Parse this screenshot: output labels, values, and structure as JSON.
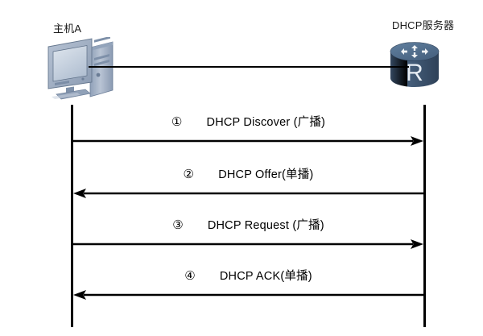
{
  "diagram": {
    "title_host": "主机A",
    "title_server": "DHCP服务器",
    "host_icon_name": "desktop-computer-icon",
    "server_icon_name": "router-icon",
    "server_icon_letter": "R",
    "colors": {
      "line": "#000000",
      "text": "#1a1a1a",
      "computer_body": "#a9b6c9",
      "computer_dark": "#5d7291",
      "computer_screen": "#c3cfdd",
      "router_top": "#5d7a9e",
      "router_body": "#3f546f"
    },
    "messages": [
      {
        "number": "①",
        "label": "DHCP Discover (广播)",
        "direction": "right",
        "from": "主机A",
        "to": "DHCP服务器"
      },
      {
        "number": "②",
        "label": "DHCP Offer(单播)",
        "direction": "left",
        "from": "DHCP服务器",
        "to": "主机A"
      },
      {
        "number": "③",
        "label": "DHCP Request (广播)",
        "direction": "right",
        "from": "主机A",
        "to": "DHCP服务器"
      },
      {
        "number": "④",
        "label": "DHCP ACK(单播)",
        "direction": "left",
        "from": "DHCP服务器",
        "to": "主机A"
      }
    ]
  }
}
